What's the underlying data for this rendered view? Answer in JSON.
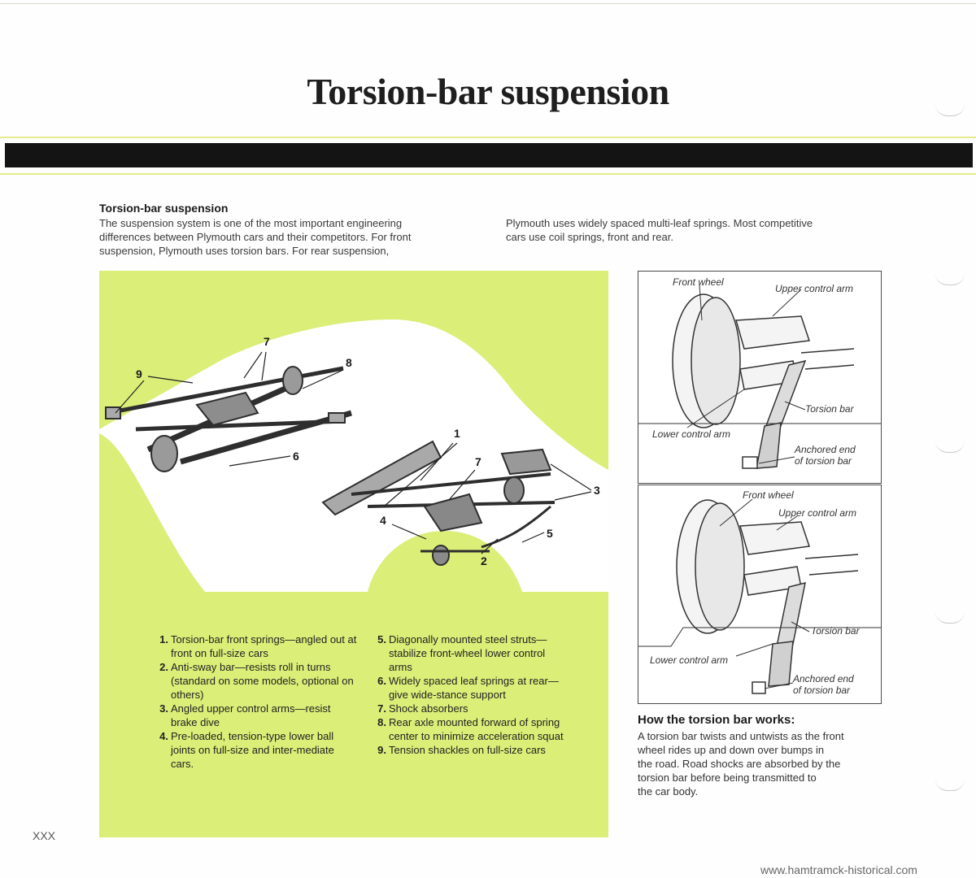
{
  "page": {
    "title": "Torsion-bar suspension",
    "page_number": "XXX",
    "watermark": "www.hamtramck-historical.com"
  },
  "intro": {
    "heading": "Torsion-bar suspension",
    "left_text": "The suspension system is one of the most important engineering\ndifferences between Plymouth cars and their competitors. For front\nsuspension, Plymouth uses torsion bars. For rear suspension,",
    "right_text": "Plymouth uses widely spaced multi-leaf springs. Most competitive\ncars use coil springs, front and rear."
  },
  "diagram": {
    "callouts": [
      "1",
      "2",
      "3",
      "4",
      "5",
      "6",
      "7",
      "8",
      "9"
    ],
    "panel_color": "#dbee78"
  },
  "legend": [
    {
      "num": "1.",
      "text": "Torsion-bar front springs—angled out at front on full-size cars"
    },
    {
      "num": "2.",
      "text": "Anti-sway bar—resists roll in turns (standard on some models, optional on others)"
    },
    {
      "num": "3.",
      "text": "Angled upper control arms—resist brake dive"
    },
    {
      "num": "4.",
      "text": "Pre-loaded, tension-type lower ball joints on full-size and inter-mediate cars."
    },
    {
      "num": "5.",
      "text": "Diagonally mounted steel struts—stabilize front-wheel lower control arms"
    },
    {
      "num": "6.",
      "text": "Widely spaced leaf springs at rear—give wide-stance support"
    },
    {
      "num": "7.",
      "text": "Shock absorbers"
    },
    {
      "num": "8.",
      "text": "Rear axle mounted forward of spring center to minimize acceleration squat"
    },
    {
      "num": "9.",
      "text": "Tension shackles on full-size cars"
    }
  ],
  "detail_top": {
    "front_wheel": "Front wheel",
    "upper_arm": "Upper control arm",
    "torsion_bar": "Torsion bar",
    "lower_arm": "Lower control arm",
    "anchored_1": "Anchored end",
    "anchored_2": "of torsion bar"
  },
  "detail_bottom": {
    "front_wheel": "Front wheel",
    "upper_arm": "Upper control arm",
    "torsion_bar": "Torsion bar",
    "lower_arm": "Lower control arm",
    "anchored_1": "Anchored end",
    "anchored_2": "of torsion bar"
  },
  "how_it_works": {
    "heading": "How the torsion bar works:",
    "body": "A torsion bar twists and untwists as the front\nwheel rides up and down over bumps in\nthe road. Road shocks are absorbed by the\ntorsion bar before being transmitted to\nthe car body."
  }
}
